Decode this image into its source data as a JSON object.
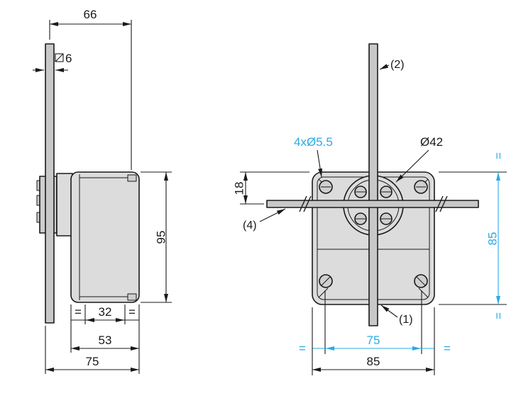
{
  "colors": {
    "accent": "#29ABE2",
    "line": "#1a1a1a",
    "body_fill": "#dcdcdc",
    "part_fill": "#cfcfcf",
    "rod_fill": "#c8c8c8",
    "background": "#ffffff"
  },
  "symbols": {
    "equal": "=",
    "square_section_icon": "square-with-diagonal-slash"
  },
  "left_view": {
    "dim_width_top": "66",
    "rod_section_value": "6",
    "dim_height": "95",
    "dim_inner_width": "32",
    "dim_mid_width": "53",
    "dim_total_width": "75"
  },
  "right_view": {
    "holes_label": "4xØ5.5",
    "head_diameter": "Ø42",
    "dim_top_offset": "18",
    "dim_vertical_spacing": "85",
    "dim_hole_spacing": "75",
    "dim_body_width": "85",
    "callout_vertical_rod": "(2)",
    "callout_horizontal_rod": "(4)",
    "callout_bottom_rod": "(1)"
  }
}
